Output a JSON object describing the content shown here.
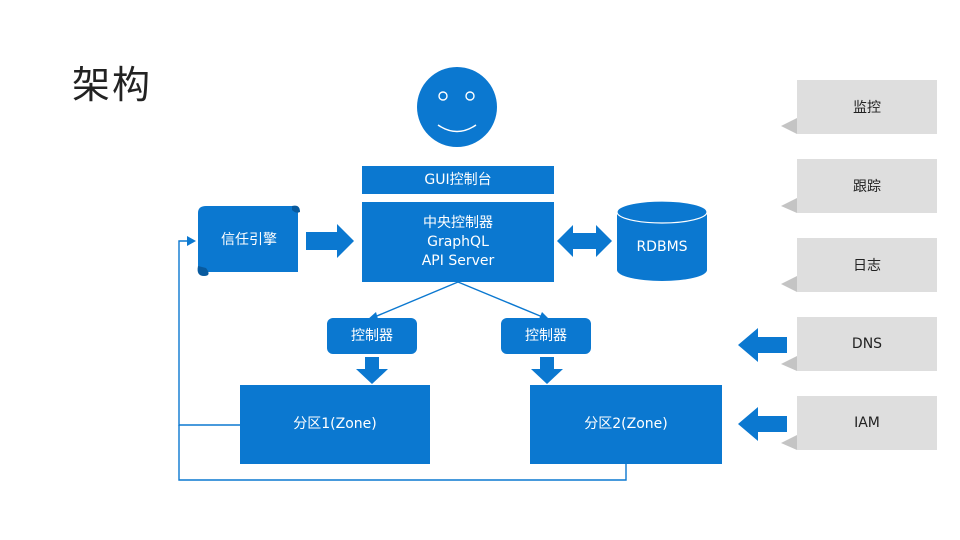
{
  "title": "架构",
  "colors": {
    "primary": "#0b78d0",
    "side_panel": "#dedede",
    "shadow": "#c4c4c4"
  },
  "user_icon": "smiley-face-icon",
  "nodes": {
    "gui": "GUI控制台",
    "central_line1": "中央控制器",
    "central_line2": "GraphQL",
    "central_line3": "API Server",
    "trust_engine": "信任引擎",
    "rdbms": "RDBMS",
    "controller1": "控制器",
    "controller2": "控制器",
    "zone1": "分区1(Zone)",
    "zone2": "分区2(Zone)"
  },
  "side_items": [
    "监控",
    "跟踪",
    "日志",
    "DNS",
    "IAM"
  ]
}
